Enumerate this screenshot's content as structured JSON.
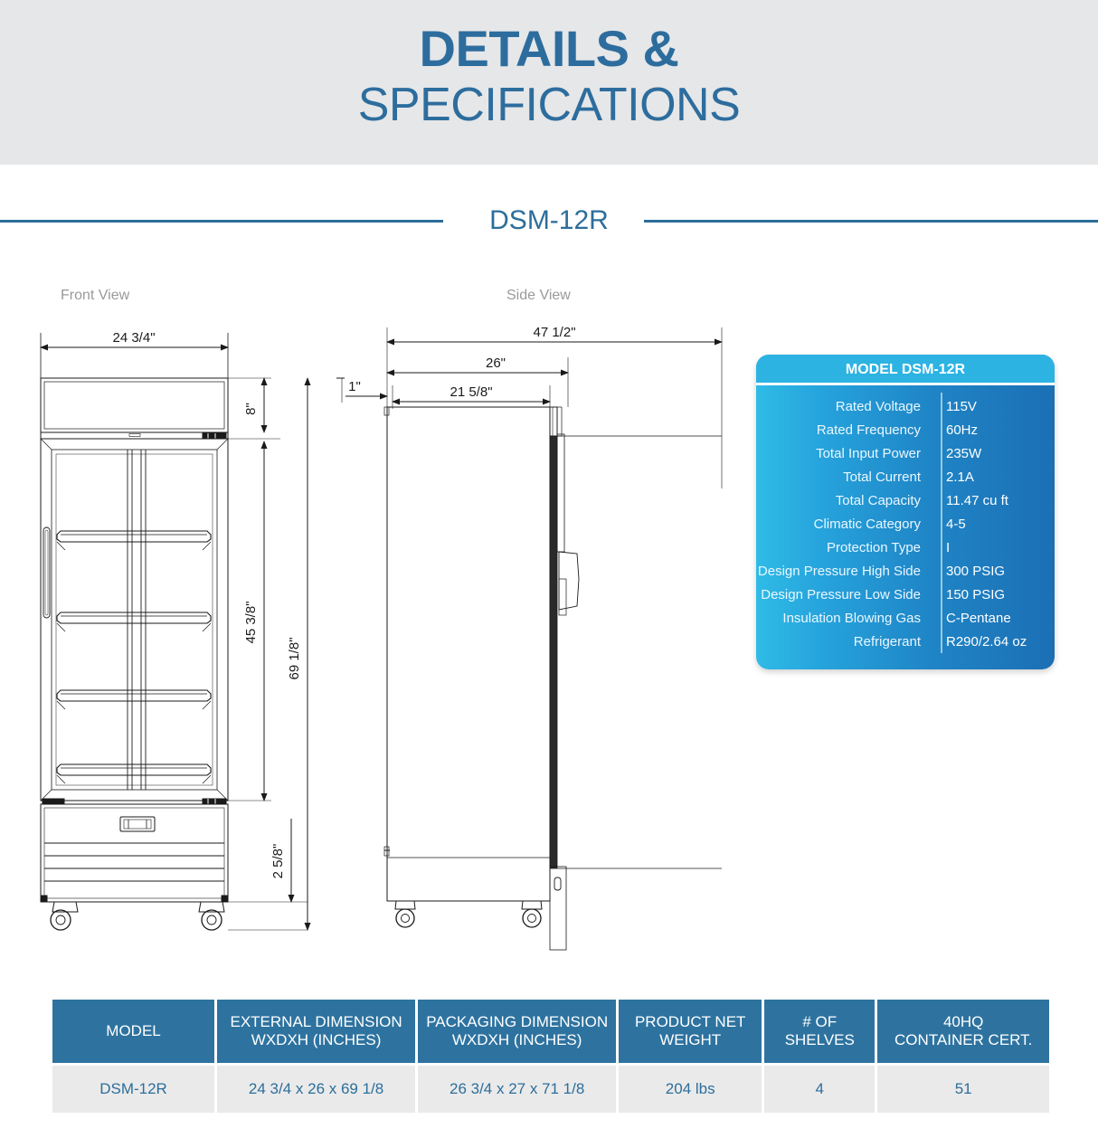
{
  "banner": {
    "title_line1": "DETAILS &",
    "title_line2": "SPECIFICATIONS"
  },
  "model_divider": {
    "model_name": "DSM-12R"
  },
  "views": {
    "front_label": "Front View",
    "side_label": "Side View"
  },
  "front_view_dimensions": {
    "width": "24 3/4\"",
    "canopy_height": "8\"",
    "door_height": "45  3/8\"",
    "total_height": "69  1/8\"",
    "base_height": "2 5/8\""
  },
  "side_view_dimensions": {
    "overall_depth_open": "47 1/2\"",
    "cabinet_depth": "26\"",
    "body_depth": "21 5/8\"",
    "door_thickness": "1\""
  },
  "spec_panel": {
    "header": "MODEL DSM-12R",
    "rows": [
      {
        "key": "Rated  Voltage",
        "value": "115V"
      },
      {
        "key": "Rated  Frequency",
        "value": "60Hz"
      },
      {
        "key": "Total Input Power",
        "value": "235W"
      },
      {
        "key": "Total Current",
        "value": "2.1A"
      },
      {
        "key": "Total Capacity",
        "value": "11.47 cu ft"
      },
      {
        "key": "Climatic Category",
        "value": "4-5"
      },
      {
        "key": "Protection Type",
        "value": "I"
      },
      {
        "key": "Design Pressure High Side",
        "value": "300 PSIG"
      },
      {
        "key": "Design Pressure Low Side",
        "value": "150 PSIG"
      },
      {
        "key": "Insulation Blowing Gas",
        "value": "C-Pentane"
      },
      {
        "key": "Refrigerant",
        "value": "R290/2.64 oz"
      }
    ]
  },
  "bottom_table": {
    "headers": [
      "MODEL",
      "EXTERNAL DIMENSION WXDXH (INCHES)",
      "PACKAGING DIMENSION WXDXH (INCHES)",
      "PRODUCT NET WEIGHT",
      "# OF SHELVES",
      "40HQ CONTAINER CERT."
    ],
    "header_lines": {
      "model": [
        "MODEL"
      ],
      "external": [
        "EXTERNAL DIMENSION",
        "WXDXH (INCHES)"
      ],
      "packaging": [
        "PACKAGING DIMENSION",
        "WXDXH (INCHES)"
      ],
      "weight": [
        "PRODUCT NET",
        "WEIGHT"
      ],
      "shelves": [
        "# OF",
        "SHELVES"
      ],
      "container": [
        "40HQ",
        "CONTAINER CERT."
      ]
    },
    "rows": [
      {
        "model": "DSM-12R",
        "external_dimension": "24 3/4 x 26 x 69 1/8",
        "packaging_dimension": "26 3/4 x 27 x 71 1/8",
        "net_weight": "204 lbs",
        "shelves": "4",
        "container_cert": "51"
      }
    ]
  },
  "colors": {
    "banner_bg": "#e6e7e8",
    "brand_blue": "#2c6e9b",
    "spec_header_cyan": "#2cb3e2",
    "spec_body_blue": "#1f85c6",
    "table_header": "#2e73a0",
    "table_row_bg": "#eaeaea"
  }
}
